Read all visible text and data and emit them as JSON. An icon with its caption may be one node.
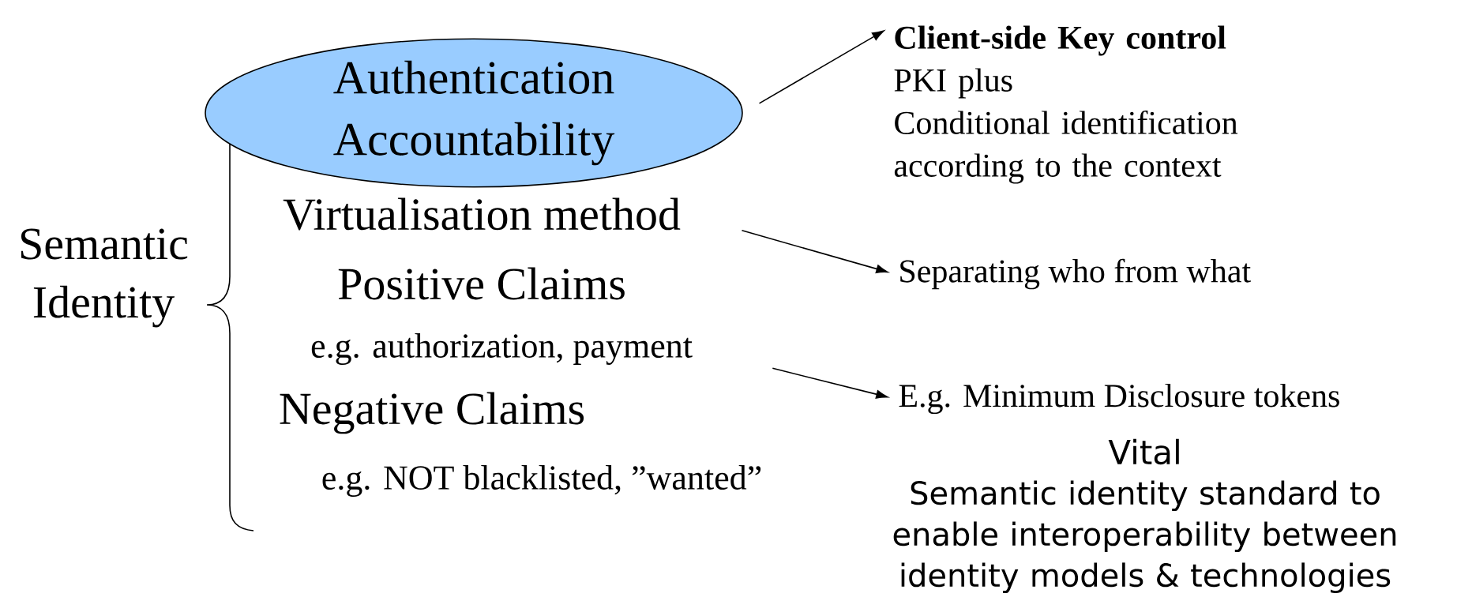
{
  "diagram": {
    "nodes": [
      {
        "text": [
          "Authentication",
          "Accountability"
        ]
      },
      {
        "text": [
          "**Client-side Key control**",
          "PKI plus",
          "Conditional identification according to the context"
        ]
      },
      {
        "text": [
          "Virtualisation method"
        ]
      },
      {
        "text": [
          "Separating who from what"
        ]
      },
      {
        "text": [
          "e.g. authorization,  payment"
        ]
      },
      {
        "text": [
          "E.g. Minimum Disclosure tokens"
        ]
      }
    ],
    "edges": [
      {
        "from": 0,
        "to": 1,
        "arrow": "to"
      },
      {
        "from": 2,
        "to": 3,
        "arrow": "to"
      },
      {
        "from": 4,
        "to": 5,
        "arrow": "to"
      }
    ],
    "labels": [
      "Semantic Identity",
      "Positive Claims",
      "Negative Claims",
      "e.g. NOT blacklisted, ”wanted”",
      "Vital",
      "Semantic identity standard to enable interoperability between identity models & technologies"
    ]
  }
}
